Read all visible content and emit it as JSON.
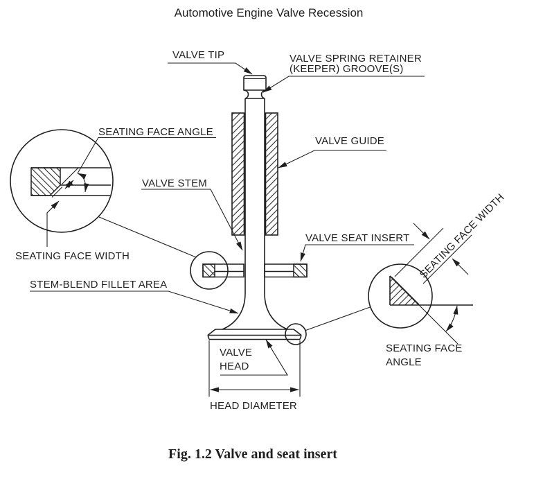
{
  "title": "Automotive Engine Valve Recession",
  "caption": "Fig. 1.2  Valve and seat insert",
  "colors": {
    "ink": "#1f1f1f",
    "background": "#ffffff"
  },
  "labels": {
    "valve_tip": "VALVE TIP",
    "valve_spring_retainer_line1": "VALVE SPRING RETAINER",
    "valve_spring_retainer_line2": "(KEEPER) GROOVE(S)",
    "valve_guide": "VALVE GUIDE",
    "seating_face_angle_left": "SEATING FACE ANGLE",
    "valve_stem": "VALVE STEM",
    "valve_seat_insert": "VALVE SEAT INSERT",
    "seating_face_width_left": "SEATING FACE WIDTH",
    "stem_blend_fillet_area": "STEM-BLEND FILLET AREA",
    "valve_head_line1": "VALVE",
    "valve_head_line2": "HEAD",
    "head_diameter": "HEAD DIAMETER",
    "seating_face_width_right": "SEATING FACE WIDTH",
    "seating_face_angle_right_line1": "SEATING FACE",
    "seating_face_angle_right_line2": "ANGLE"
  }
}
